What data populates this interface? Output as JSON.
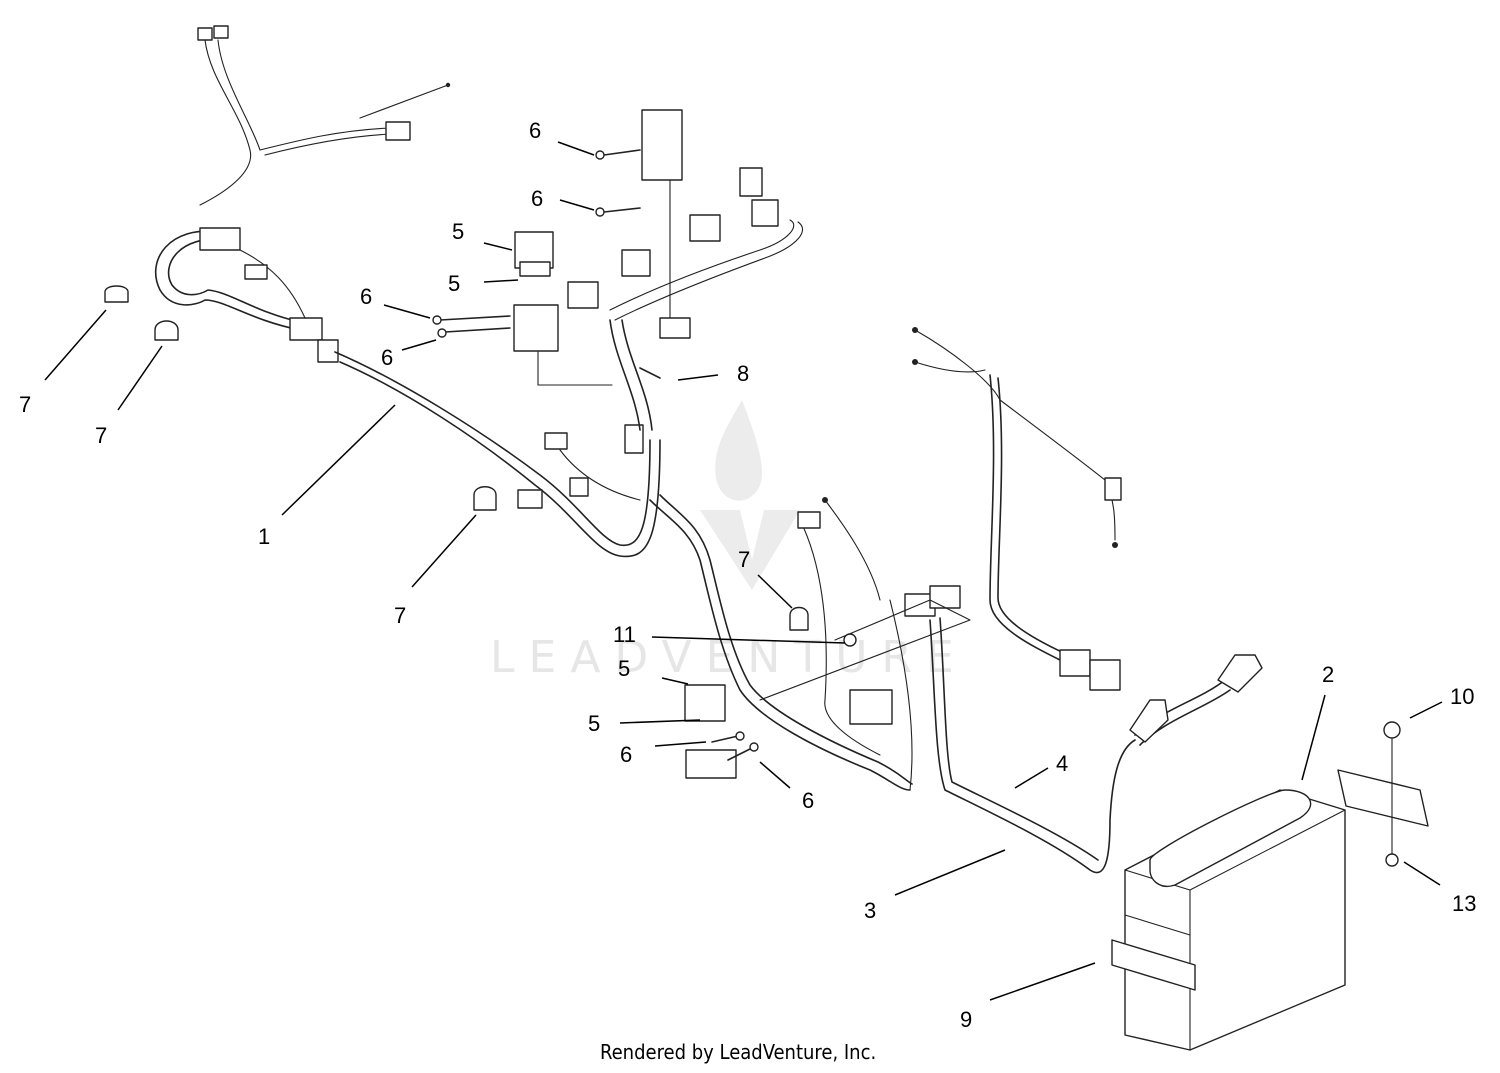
{
  "credit": "Rendered by LeadVenture, Inc.",
  "watermark": "LEADVENTURE",
  "callouts": [
    {
      "id": "c1",
      "text": "1"
    },
    {
      "id": "c2",
      "text": "2"
    },
    {
      "id": "c3",
      "text": "3"
    },
    {
      "id": "c4",
      "text": "4"
    },
    {
      "id": "c5a",
      "text": "5"
    },
    {
      "id": "c5b",
      "text": "5"
    },
    {
      "id": "c5c",
      "text": "5"
    },
    {
      "id": "c5d",
      "text": "5"
    },
    {
      "id": "c6a",
      "text": "6"
    },
    {
      "id": "c6b",
      "text": "6"
    },
    {
      "id": "c6c",
      "text": "6"
    },
    {
      "id": "c6d",
      "text": "6"
    },
    {
      "id": "c6e",
      "text": "6"
    },
    {
      "id": "c6f",
      "text": "6"
    },
    {
      "id": "c7a",
      "text": "7"
    },
    {
      "id": "c7b",
      "text": "7"
    },
    {
      "id": "c7c",
      "text": "7"
    },
    {
      "id": "c7d",
      "text": "7"
    },
    {
      "id": "c8",
      "text": "8"
    },
    {
      "id": "c9",
      "text": "9"
    },
    {
      "id": "c10",
      "text": "10"
    },
    {
      "id": "c11",
      "text": "11"
    },
    {
      "id": "c13",
      "text": "13"
    }
  ]
}
